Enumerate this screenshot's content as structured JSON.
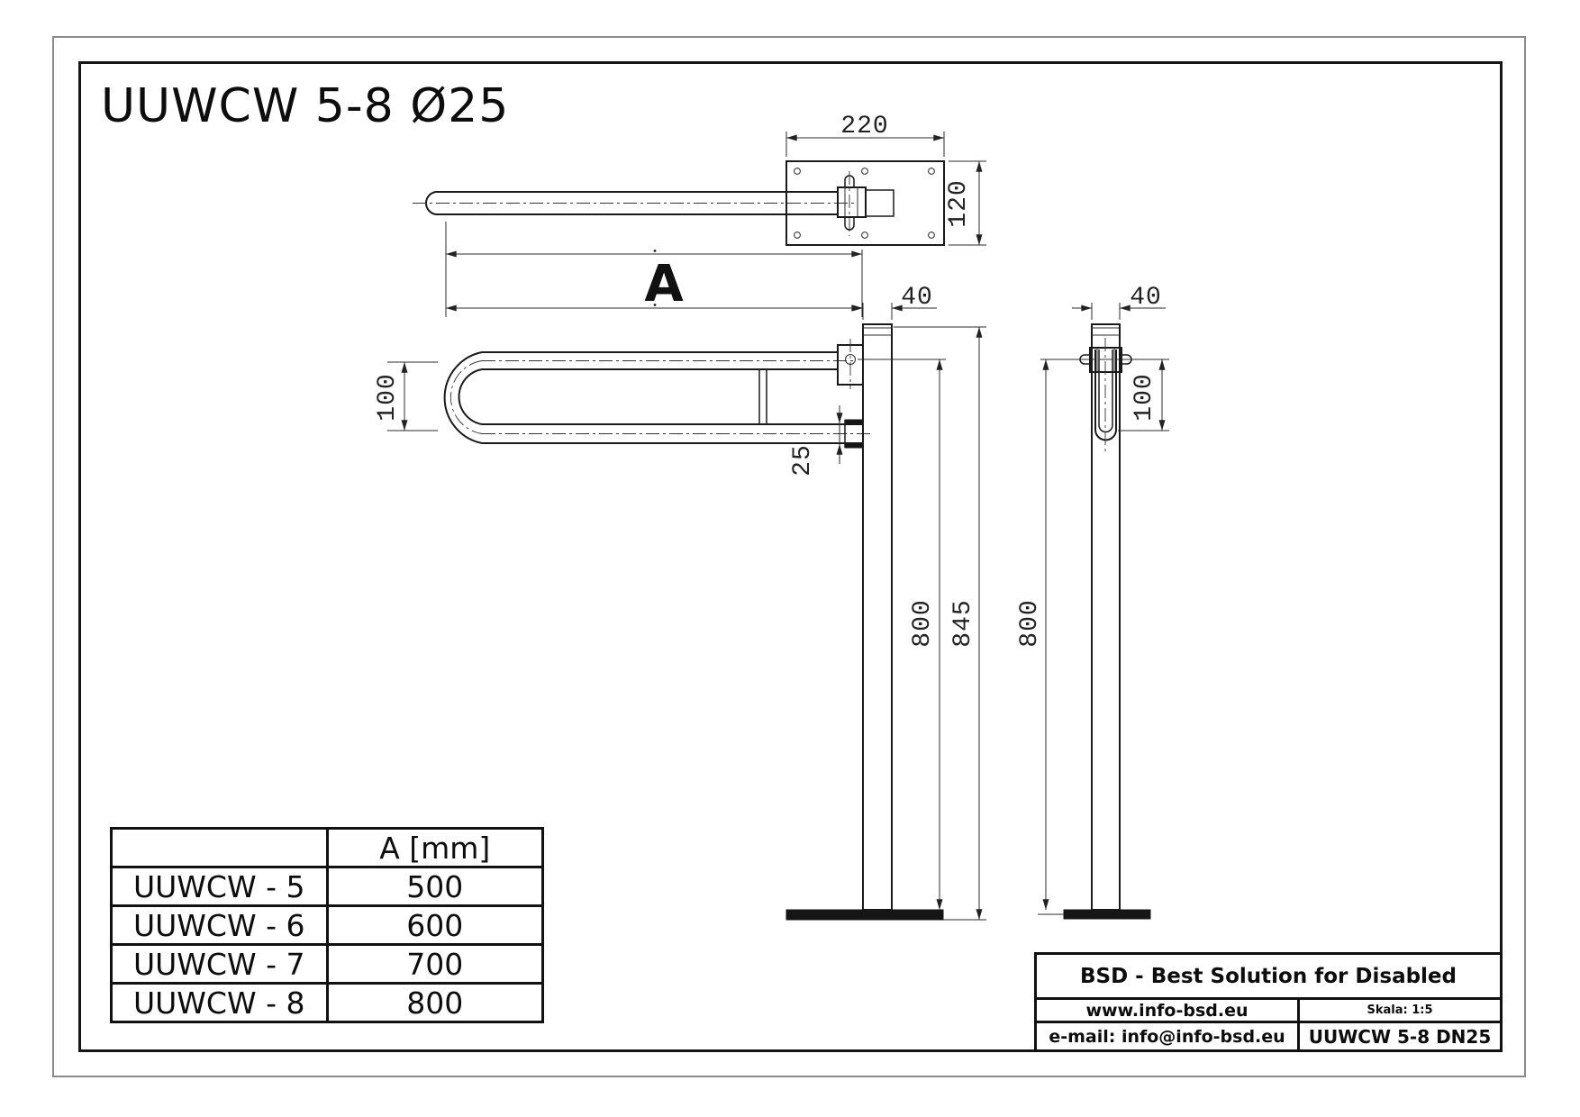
{
  "page": {
    "title": "UUWCW 5-8 Ø25"
  },
  "dims": {
    "plate_width": "220",
    "plate_height": "120",
    "length_label": "A",
    "loop_front": "100",
    "tube_diameter": "25",
    "post_front": "40",
    "post_side": "40",
    "loop_side": "100",
    "hinge_height_front": "800",
    "total_height": "845",
    "hinge_height_side": "800"
  },
  "table": {
    "header": [
      "",
      "A [mm]"
    ],
    "rows": [
      [
        "UUWCW - 5",
        "500"
      ],
      [
        "UUWCW - 6",
        "600"
      ],
      [
        "UUWCW - 7",
        "700"
      ],
      [
        "UUWCW - 8",
        "800"
      ]
    ]
  },
  "title_block": {
    "company": "BSD - Best Solution for Disabled",
    "website": "www.info-bsd.eu",
    "scale": "Skala: 1:5",
    "email": "e-mail: info@info-bsd.eu",
    "model": "UUWCW 5-8 DN25"
  },
  "colors": {
    "line": "#1a1a1a",
    "dimension": "#2b2b2b",
    "border_outer": "#8a8a8a",
    "border_inner": "#161616"
  }
}
